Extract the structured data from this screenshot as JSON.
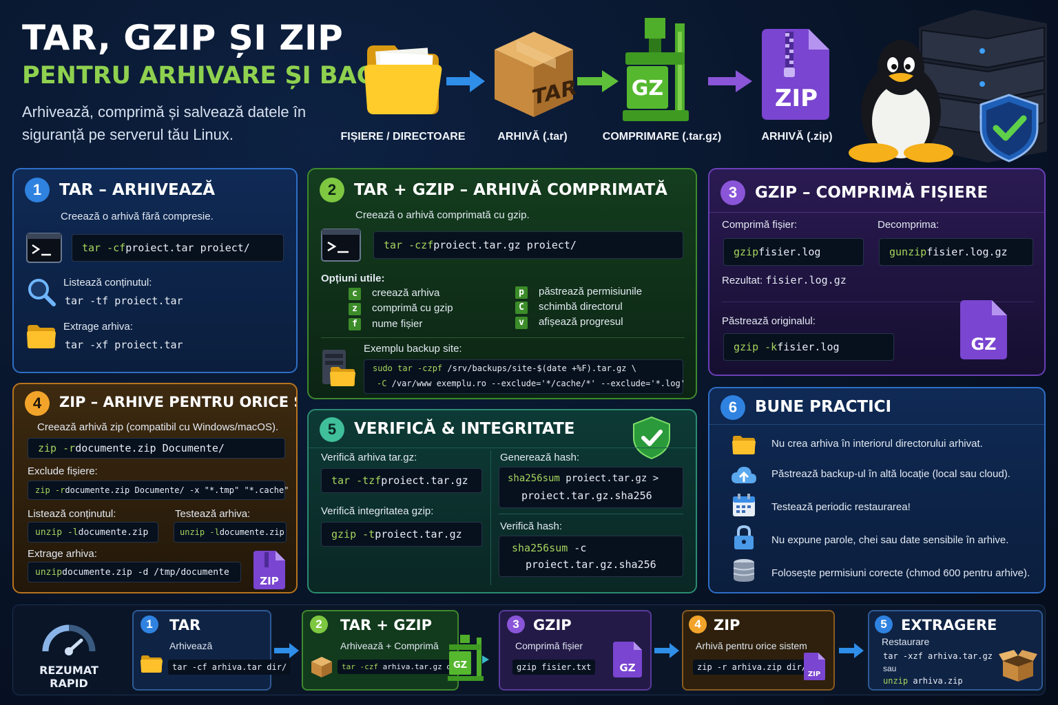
{
  "header": {
    "title": "TAR, GZIP ȘI ZIP",
    "subtitle_title": "PENTRU ARHIVARE ȘI BACKUP",
    "description": "Arhivează, comprimă și salvează datele în siguranță pe serverul tău Linux."
  },
  "flow": {
    "items": [
      {
        "label": "FIȘIERE / DIRECTOARE",
        "icon": "folder-icon"
      },
      {
        "label": "ARHIVĂ (.tar)",
        "icon": "box-icon",
        "icon_text": "TAR"
      },
      {
        "label": "COMPRIMARE (.tar.gz)",
        "icon": "press-icon",
        "icon_text": "GZ"
      },
      {
        "label": "ARHIVĂ (.zip)",
        "icon": "zip-file-icon",
        "icon_text": "ZIP"
      }
    ]
  },
  "card1": {
    "number": "1",
    "title": "TAR – ARHIVEAZĂ",
    "desc": "Creează o arhivă fără compresie.",
    "cmd_kw": "tar -cf",
    "cmd_rest": " proiect.tar proiect/",
    "list_label": "Listează conținutul:",
    "list_cmd": "tar -tf proiect.tar",
    "extract_label": "Extrage arhiva:",
    "extract_cmd": "tar -xf proiect.tar"
  },
  "card2": {
    "number": "2",
    "title": "TAR + GZIP – ARHIVĂ COMPRIMATĂ",
    "desc": "Creează o arhivă comprimată cu gzip.",
    "cmd_kw": "tar -czf",
    "cmd_rest": " proiect.tar.gz proiect/",
    "options_label": "Opțiuni utile:",
    "options_left": [
      {
        "letter": "c",
        "text": "creează arhiva"
      },
      {
        "letter": "z",
        "text": "comprimă cu gzip"
      },
      {
        "letter": "f",
        "text": "nume fișier"
      }
    ],
    "options_right": [
      {
        "letter": "p",
        "text": "păstrează permisiunile"
      },
      {
        "letter": "C",
        "text": "schimbă directorul"
      },
      {
        "letter": "v",
        "text": "afișează progresul"
      }
    ],
    "example_label": "Exemplu backup site:",
    "example_line1_kw": "sudo tar -czpf",
    "example_line1_rest": " /srv/backups/site-$(date +%F).tar.gz \\",
    "example_line2_kw": "-C",
    "example_line2_rest": " /var/www exemplu.ro --exclude='*/cache/*' --exclude='*.log'"
  },
  "card3": {
    "number": "3",
    "title": "GZIP – COMPRIMĂ FIȘIERE",
    "compress_label": "Comprimă fișier:",
    "compress_kw": "gzip",
    "compress_rest": " fisier.log",
    "decompress_label": "Decomprima:",
    "decompress_kw": "gunzip",
    "decompress_rest": " fisier.log.gz",
    "result_label": "Rezultat:",
    "result_value": "fisier.log.gz",
    "keep_label": "Păstrează originalul:",
    "keep_kw": "gzip -k",
    "keep_rest": " fisier.log",
    "icon_text": "GZ"
  },
  "card4": {
    "number": "4",
    "title": "ZIP – ARHIVE PENTRU ORICE SISTEM",
    "desc": "Creează arhivă zip (compatibil cu Windows/macOS).",
    "cmd_kw": "zip -r",
    "cmd_rest": " documente.zip Documente/",
    "exclude_label": "Exclude fișiere:",
    "exclude_kw": "zip -r",
    "exclude_rest": " documente.zip Documente/ -x \"*.tmp\" \"*.cache\"",
    "list_label": "Listează conținutul:",
    "list_kw": "unzip -l",
    "list_rest": " documente.zip",
    "test_label": "Testează arhiva:",
    "test_kw": "unzip -l",
    "test_rest": " documente.zip",
    "extract_label": "Extrage arhiva:",
    "extract_kw": "unzip",
    "extract_rest": " documente.zip -d /tmp/documente",
    "icon_text": "ZIP"
  },
  "card5": {
    "number": "5",
    "title": "VERIFICĂ & INTEGRITATE",
    "verify_label": "Verifică arhiva tar.gz:",
    "verify_kw": "tar -tzf",
    "verify_rest": " proiect.tar.gz",
    "gzip_label": "Verifică integritatea gzip:",
    "gzip_kw": "gzip -t",
    "gzip_rest": " proiect.tar.gz",
    "hash_label": "Generează hash:",
    "hash_kw": "sha256sum",
    "hash_rest": " proiect.tar.gz >",
    "hash_line2": "proiect.tar.gz.sha256",
    "check_label": "Verifică hash:",
    "check_kw": "sha256sum",
    "check_rest": " -c",
    "check_line2": "proiect.tar.gz.sha256"
  },
  "card6": {
    "number": "6",
    "title": "BUNE PRACTICI",
    "items": [
      {
        "icon": "folder-icon",
        "text": "Nu crea arhiva în interiorul directorului arhivat."
      },
      {
        "icon": "cloud-upload-icon",
        "text": "Păstrează backup-ul în altă locație (local sau cloud)."
      },
      {
        "icon": "calendar-icon",
        "text": "Testează periodic restaurarea!"
      },
      {
        "icon": "lock-icon",
        "text": "Nu expune parole, chei sau date sensibile în arhive."
      },
      {
        "icon": "database-icon",
        "text": "Folosește permisiuni corecte (chmod 600 pentru arhive)."
      }
    ]
  },
  "summary": {
    "label": "REZUMAT RAPID",
    "items": [
      {
        "number": "1",
        "title": "TAR",
        "sub": "Arhivează",
        "code_kw": "tar -cf",
        "code_rest": " arhiva.tar dir/"
      },
      {
        "number": "2",
        "title": "TAR + GZIP",
        "sub": "Arhivează + Comprimă",
        "code_kw": "tar -czf",
        "code_rest": " arhiva.tar.gz dir/",
        "icon_text": "GZ"
      },
      {
        "number": "3",
        "title": "GZIP",
        "sub": "Comprimă fișier",
        "code_kw": "gzip",
        "code_rest": " fisier.txt",
        "icon_text": "GZ"
      },
      {
        "number": "4",
        "title": "ZIP",
        "sub": "Arhivă pentru orice sistem",
        "code_kw": "zip -r",
        "code_rest": " arhiva.zip dir/",
        "icon_text": "ZIP"
      },
      {
        "number": "5",
        "title": "EXTRAGERE",
        "sub": "Restaurare",
        "code_kw": "tar -xzf",
        "code_rest": " arhiva.tar.gz",
        "or": "sau",
        "code2_kw": "unzip",
        "code2_rest": " arhiva.zip"
      }
    ]
  },
  "colors": {
    "blue": "#2e6fc7",
    "green": "#3f8a2d",
    "purple": "#6b3fb8",
    "orange": "#b8741f",
    "teal": "#2c8c72",
    "accent_green": "#8fd14f"
  }
}
